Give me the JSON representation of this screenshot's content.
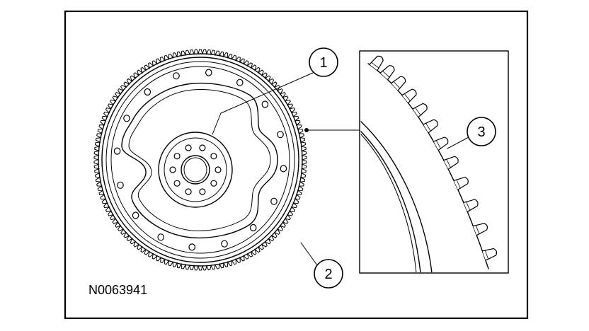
{
  "figure_id": "N0063941",
  "callouts": [
    {
      "number": "1"
    },
    {
      "number": "2"
    },
    {
      "number": "3"
    }
  ],
  "colors": {
    "ink": "#000000",
    "paper": "#ffffff"
  }
}
